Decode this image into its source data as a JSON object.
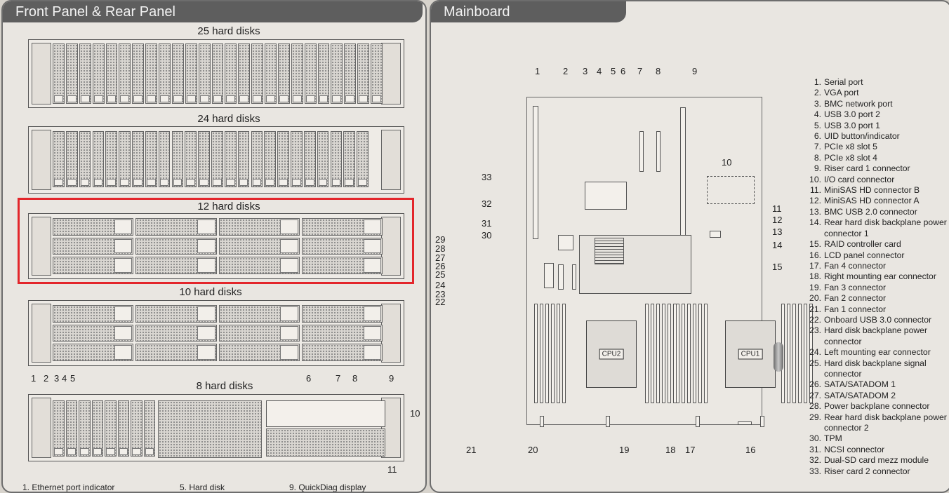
{
  "left_panel": {
    "title": "Front Panel & Rear Panel",
    "chassis": [
      {
        "title": "25 hard disks"
      },
      {
        "title": "24 hard disks"
      },
      {
        "title": "12 hard disks"
      },
      {
        "title": "10 hard disks"
      },
      {
        "title": "8 hard disks"
      }
    ],
    "rear_numbers": [
      "1",
      "2",
      "3",
      "4",
      "5",
      "6",
      "7",
      "8",
      "9",
      "10",
      "11"
    ],
    "legend_partial": [
      "1. Ethernet port indicator",
      "5. Hard disk",
      "9. QuickDiag display"
    ]
  },
  "right_panel": {
    "title": "Mainboard",
    "top_numbers": [
      "1",
      "2",
      "3",
      "4",
      "5",
      "6",
      "7",
      "8",
      "9"
    ],
    "bottom_numbers": [
      "21",
      "20",
      "19",
      "18",
      "17",
      "16"
    ],
    "left_numbers": [
      "33",
      "32",
      "31",
      "30",
      "29",
      "28",
      "27",
      "26",
      "25",
      "24",
      "23",
      "22"
    ],
    "right_numbers": [
      "10",
      "11",
      "12",
      "13",
      "14",
      "15"
    ],
    "cpu_labels": [
      "CPU2",
      "CPU1"
    ],
    "legend": [
      {
        "n": "1.",
        "text": "Serial port"
      },
      {
        "n": "2.",
        "text": "VGA port"
      },
      {
        "n": "3.",
        "text": "BMC network port"
      },
      {
        "n": "4.",
        "text": "USB 3.0 port 2"
      },
      {
        "n": "5.",
        "text": "USB 3.0 port 1"
      },
      {
        "n": "6.",
        "text": "UID button/indicator"
      },
      {
        "n": "7.",
        "text": "PCIe x8 slot 5"
      },
      {
        "n": "8.",
        "text": "PCIe x8 slot 4"
      },
      {
        "n": "9.",
        "text": "Riser card 1 connector"
      },
      {
        "n": "10.",
        "text": "I/O card connector"
      },
      {
        "n": "11.",
        "text": "MiniSAS HD connector B"
      },
      {
        "n": "12.",
        "text": "MiniSAS HD connector A"
      },
      {
        "n": "13.",
        "text": "BMC USB 2.0 connector"
      },
      {
        "n": "14.",
        "text": "Rear hard disk backplane power connector 1"
      },
      {
        "n": "15.",
        "text": "RAID controller card"
      },
      {
        "n": "16.",
        "text": "LCD panel connector"
      },
      {
        "n": "17.",
        "text": "Fan 4 connector"
      },
      {
        "n": "18.",
        "text": "Right mounting ear connector"
      },
      {
        "n": "19.",
        "text": "Fan 3 connector"
      },
      {
        "n": "20.",
        "text": "Fan 2 connector"
      },
      {
        "n": "21.",
        "text": "Fan 1 connector"
      },
      {
        "n": "22.",
        "text": "Onboard USB 3.0 connector"
      },
      {
        "n": "23.",
        "text": "Hard disk backplane power connector"
      },
      {
        "n": "24.",
        "text": "Left mounting ear connector"
      },
      {
        "n": "25.",
        "text": "Hard disk backplane signal connector"
      },
      {
        "n": "26.",
        "text": "SATA/SATADOM 1"
      },
      {
        "n": "27.",
        "text": "SATA/SATADOM 2"
      },
      {
        "n": "28.",
        "text": "Power backplane connector"
      },
      {
        "n": "29.",
        "text": "Rear hard disk backplane power connector 2"
      },
      {
        "n": "30.",
        "text": "TPM"
      },
      {
        "n": "31.",
        "text": "NCSI connector"
      },
      {
        "n": "32.",
        "text": "Dual-SD card mezz module"
      },
      {
        "n": "33.",
        "text": "Riser card 2 connector"
      }
    ]
  },
  "colors": {
    "highlight": "#e3262b",
    "header": "#5e5e5e"
  }
}
